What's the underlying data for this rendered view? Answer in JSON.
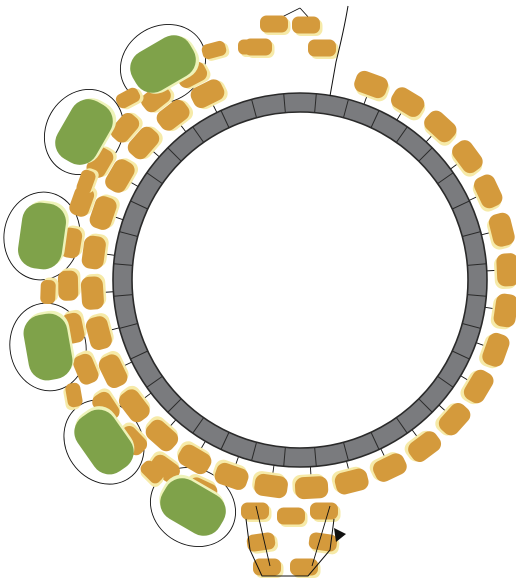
{
  "title": "",
  "colors": {
    "background": "#ffffff",
    "ring": "#7a7b7e",
    "ring_outline": "#2a2a2a",
    "ring_inner": "#ffffff",
    "gold_bead": "#d49a3c",
    "gold_highlight": "#f6eaa8",
    "green_bead": "#7fa24a",
    "green_highlight": "#eef3b9",
    "thread": "#111111"
  },
  "parts": {
    "base_ring": "gray-ring",
    "inner_row": "gold-seed-beads",
    "outer_row": "gold-seed-beads",
    "accent_beads": "green-drop-beads",
    "connector_beads": "gold-seed-beads",
    "loop": "gold-seed-beads",
    "thread_direction": "arrow-icon"
  }
}
